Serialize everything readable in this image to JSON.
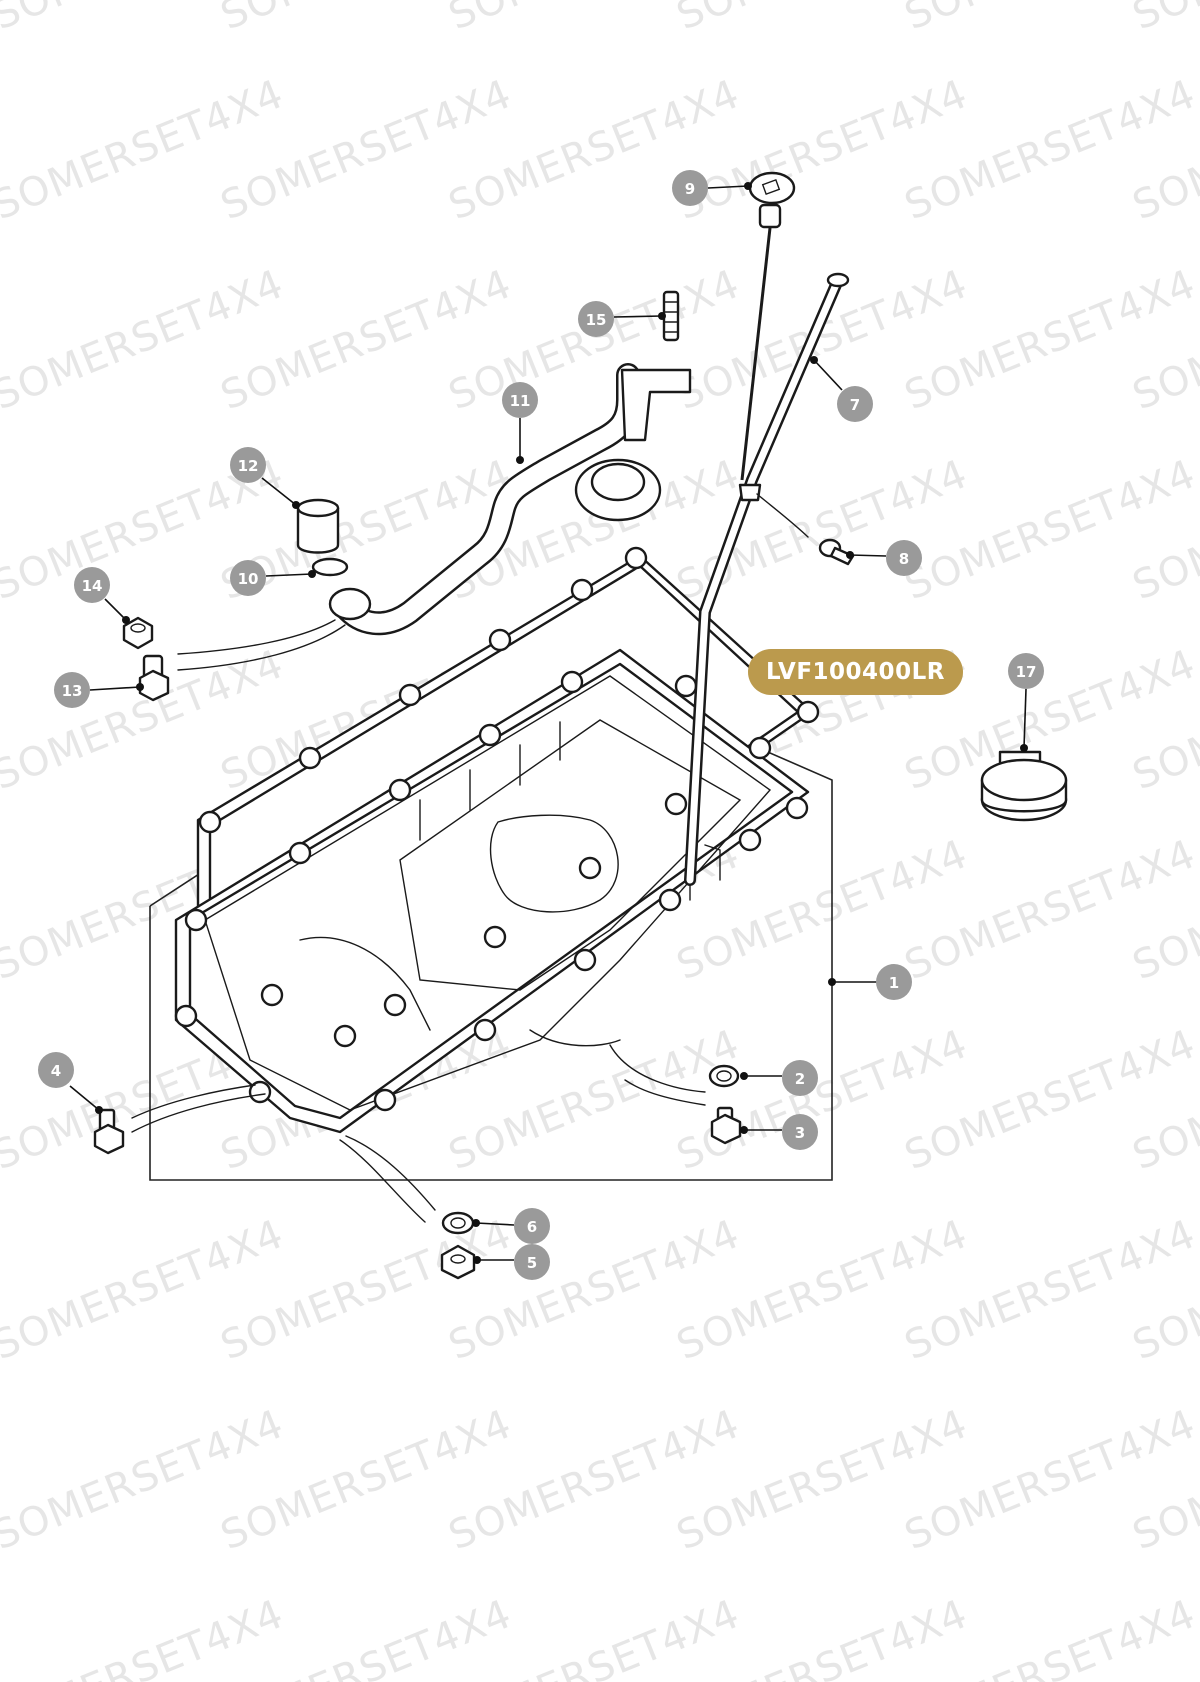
{
  "watermark": "SOMERSET4X4",
  "part_number": "LVF100400LR",
  "callouts": [
    "1",
    "2",
    "3",
    "4",
    "5",
    "6",
    "7",
    "8",
    "9",
    "10",
    "11",
    "12",
    "13",
    "14",
    "15",
    "17"
  ],
  "colors": {
    "callout": "#9a9a9a",
    "badge": "#bb9a4d",
    "line": "#1a1a1a",
    "watermark": "#e6e6e6"
  }
}
